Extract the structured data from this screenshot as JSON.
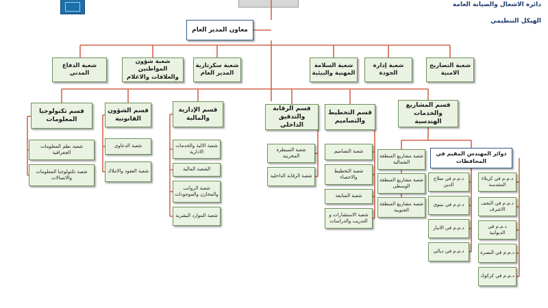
{
  "header": {
    "department": "دائرة الاشغال والصيانة العامة",
    "chart_title": "الهيكل التنظيمي"
  },
  "head": "معاون المدير العام",
  "branches": [
    "شعبة التصاريح الامنية",
    "شعبة إدارة الجودة",
    "شعبة السلامة المهنية والبيئية",
    "شعبة سكرتارية المدير العام",
    "شعبة شؤون المواطنين والعلاقات والاعلام",
    "شعبة الدفاع المدني"
  ],
  "sections": [
    {
      "title": "قسم المشاريع والخدمات الهندسية",
      "units": [
        "شعبة مشاريع المنطقة الشمالية",
        "شعبة مشاريع المنطقة الوسطى",
        "شعبة مشاريع المنطقة الجنوبية"
      ],
      "resident_offices": {
        "title": "دوائر المهندس المقيم في المحافظات",
        "right_column": [
          "د.م.م في كربلاء المقدسة",
          "د.م.م في النجف الاشرف",
          "د.م.م في الديوانية",
          "د.م.م في البصرة",
          "د.م.م في كركوك"
        ],
        "left_column": [
          "د.م.م في صلاح الدين",
          "د.م.م في نينوى",
          "د.م.م في الانبار",
          "د.م.م في ديالى"
        ]
      }
    },
    {
      "title": "قسم التخطيط والتصاميم",
      "units": [
        "شعبة التصاميم",
        "شعبة التخطيط والاحصاء",
        "شعبة المتابعة",
        "شعبة الاستشارات و التدريب والدراسات"
      ]
    },
    {
      "title": "قسم الرقابة والتدقيق الداخلي",
      "units": [
        "شعبة السيطرة المخزنية",
        "شعبة الرقابة الداخلية"
      ]
    },
    {
      "title": "قسم الإدارية والمالية",
      "units": [
        "شعبة الالية والخدمات الادارية",
        "الشعبة المالية",
        "شعبة الرواتب والمخازن والموجودات",
        "شعبة الموارد البشرية"
      ]
    },
    {
      "title": "قسم الشؤون القانونية",
      "units": [
        "شعبة الدعاوى",
        "شعبة العقود والاملاك"
      ]
    },
    {
      "title": "قسم تكنولوجيا المعلومات",
      "units": [
        "شعبة نظم المعلومات الجغرافية",
        "شعبة تكنولوجيا المعلومات والاتصالات"
      ]
    }
  ],
  "colors": {
    "line": "#d0654a",
    "box_fill": "#eaf3e2",
    "box_border": "#6b8e5a",
    "head_border": "#2f5a8a",
    "header_text": "#1e3a6e"
  }
}
